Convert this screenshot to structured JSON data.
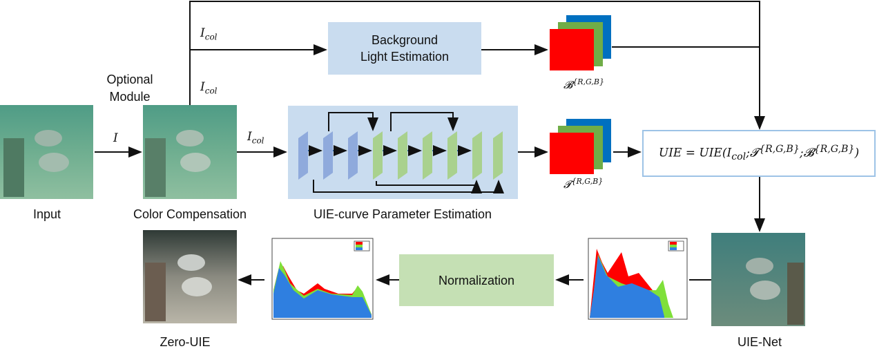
{
  "labels": {
    "input": "Input",
    "optional_module_line1": "Optional",
    "optional_module_line2": "Module",
    "color_compensation": "Color Compensation",
    "uie_curve": "UIE-curve Parameter Estimation",
    "uie_net": "UIE-Net",
    "zero_uie": "Zero-UIE"
  },
  "boxes": {
    "background_line1": "Background",
    "background_line2": "Light Estimation",
    "normalization": "Normalization"
  },
  "math": {
    "I": "I",
    "I_base": "I",
    "col": "col",
    "B_symbol": "𝓑",
    "T_symbol": "𝓣",
    "rgb": "{R,G,B}",
    "formula_lhs": "UIE = UIE(",
    "formula_sep": ";",
    "formula_close": ")"
  },
  "colors": {
    "blue_box": "#c9dcef",
    "green_box": "#c5e0b4",
    "formula_border": "#9dc3e6",
    "red": "#ff0000",
    "green": "#70ad47",
    "blue": "#0070c0"
  }
}
